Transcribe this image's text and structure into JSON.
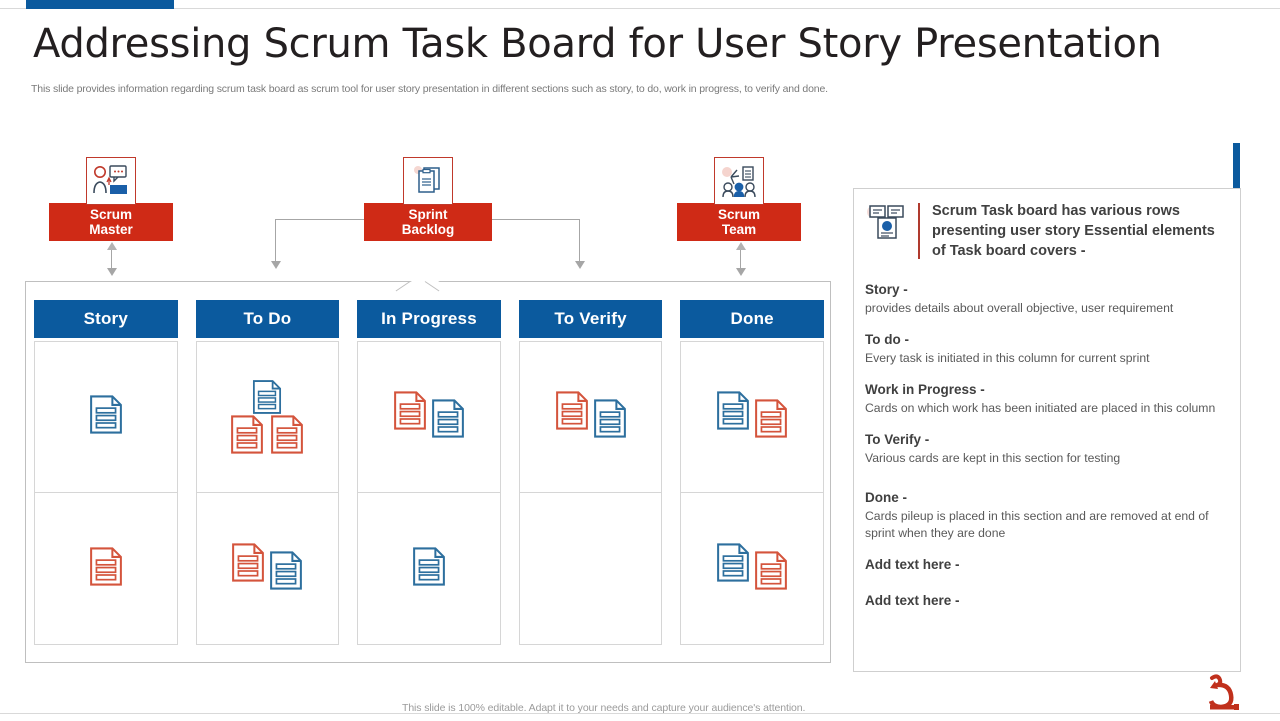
{
  "header": {
    "title": "Addressing Scrum Task Board for User Story Presentation",
    "subtitle": "This slide provides information regarding scrum task board as scrum tool for user story presentation in different sections such as story, to do, work in progress, to verify  and done.",
    "accent_color": "#0b5a9e"
  },
  "nodes": [
    {
      "label_line1": "Scrum",
      "label_line2": "Master",
      "icon": "scrum-master-icon"
    },
    {
      "label_line1": "Sprint",
      "label_line2": "Backlog",
      "icon": "sprint-backlog-icon"
    },
    {
      "label_line1": "Scrum",
      "label_line2": "Team",
      "icon": "scrum-team-icon"
    }
  ],
  "node_color": "#cf2a16",
  "board": {
    "header_color": "#0b5a9e",
    "columns": [
      {
        "title": "Story",
        "row1": [
          "blue"
        ],
        "row2": [
          "red"
        ]
      },
      {
        "title": "To Do",
        "row1": [
          "blue",
          "red",
          "red"
        ],
        "row2": [
          "red",
          "blue"
        ]
      },
      {
        "title": "In Progress",
        "row1": [
          "red",
          "blue"
        ],
        "row2": [
          "blue"
        ]
      },
      {
        "title": "To Verify",
        "row1": [
          "red",
          "blue"
        ],
        "row2": []
      },
      {
        "title": "Done",
        "row1": [
          "blue",
          "red"
        ],
        "row2": [
          "blue",
          "red"
        ]
      }
    ]
  },
  "panel": {
    "heading": "Scrum Task board has various rows presenting user story Essential elements of Task board covers -",
    "heading_icon": "task-board-icon",
    "items": [
      {
        "title": "Story -",
        "desc": "provides details about overall objective, user requirement"
      },
      {
        "title": "To do -",
        "desc": "Every task is initiated in this column for current sprint"
      },
      {
        "title": "Work in Progress -",
        "desc": "Cards on which work has been initiated are placed in this column"
      },
      {
        "title": "To Verify  -",
        "desc": "Various cards are kept in this section for testing"
      },
      {
        "title": "Done -",
        "desc": "Cards pileup is placed in this section and are removed at end of sprint when they are done"
      },
      {
        "title": "Add text here -",
        "desc": ""
      },
      {
        "title": "Add text here -",
        "desc": ""
      }
    ],
    "accent_bar_color": "#0b5a9e"
  },
  "footer": {
    "note": "This slide is 100% editable. Adapt it to your needs and capture your audience's attention.",
    "logo": "company-logo"
  },
  "doc_colors": {
    "blue": "#2d6f9e",
    "red": "#d4543c"
  }
}
